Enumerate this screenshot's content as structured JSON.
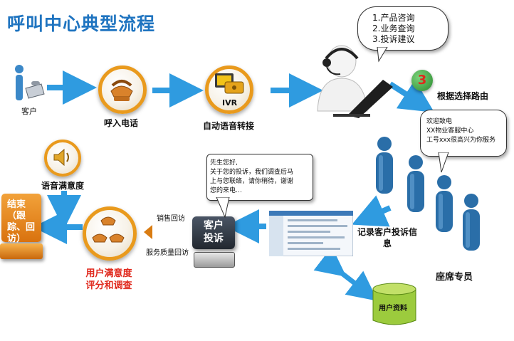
{
  "title": "呼叫中心典型流程",
  "nodes": {
    "customer": "客户",
    "call_in": "呼入电话",
    "ivr_label": "IVR",
    "ivr": "自动语音转接",
    "route": "根据选择路由",
    "route_number": "3",
    "voice_satisfaction": "语音满意度",
    "end": "结束（跟踪、回访）",
    "satisfaction_survey": [
      "用户满意度",
      "评分和调查"
    ],
    "complaint": [
      "客户",
      "投诉"
    ],
    "record_complaint": [
      "记录客户投诉信",
      "息"
    ],
    "agents": "座席专员",
    "user_data": "用户资料"
  },
  "edges": {
    "sales_visit": "销售回访",
    "service_visit": "服务质量回访"
  },
  "menu": [
    "1.产品咨询",
    "2.业务查询",
    "3.投诉建议"
  ],
  "welcome": [
    "欢迎致电",
    "XX物业客服中心",
    "工号xxx很高兴为你服务"
  ],
  "reply": [
    "先生您好,",
    "关于您的投诉，我们调查后马",
    "上与您联络，请你稍待，谢谢",
    "您的来电…"
  ],
  "colors": {
    "title": "#1f74c0",
    "arrow": "#2f9be0",
    "orange": "#e99a1d",
    "red": "#e0281c",
    "agent": "#2a6ea8"
  }
}
